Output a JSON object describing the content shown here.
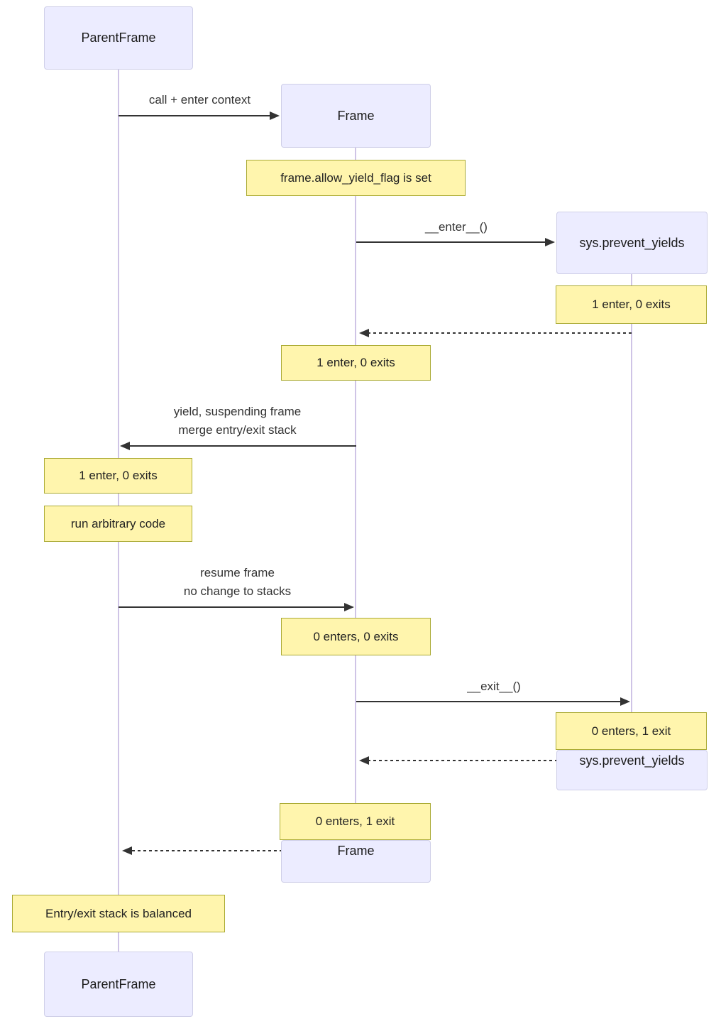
{
  "diagram": {
    "type": "sequence-diagram",
    "participants": {
      "parentframe": {
        "label": "ParentFrame"
      },
      "frame": {
        "label": "Frame"
      },
      "sys_prevent_yields": {
        "label": "sys.prevent_yields"
      }
    },
    "messages": {
      "call": {
        "from": "ParentFrame",
        "to": "Frame",
        "style": "solid",
        "label": "call + enter context"
      },
      "enter": {
        "from": "Frame",
        "to": "sys.prevent_yields",
        "style": "solid",
        "label": "__enter__()"
      },
      "enter_return": {
        "from": "sys.prevent_yields",
        "to": "Frame",
        "style": "dashed",
        "label": ""
      },
      "yield": {
        "from": "Frame",
        "to": "ParentFrame",
        "style": "solid",
        "line1": "yield, suspending frame",
        "line2": "merge entry/exit stack"
      },
      "resume": {
        "from": "ParentFrame",
        "to": "Frame",
        "style": "solid",
        "line1": "resume frame",
        "line2": "no change to stacks"
      },
      "exit": {
        "from": "Frame",
        "to": "sys.prevent_yields",
        "style": "solid",
        "label": "__exit__()"
      },
      "exit_return": {
        "from": "sys.prevent_yields",
        "to": "Frame",
        "style": "dashed",
        "label": ""
      },
      "final_return": {
        "from": "Frame",
        "to": "ParentFrame",
        "style": "dashed",
        "label": ""
      }
    },
    "notes": {
      "allow_flag": {
        "over": "Frame",
        "text": "frame.allow_yield_flag is set"
      },
      "sys_enter": {
        "over": "sys.prevent_yields",
        "text": "1 enter, 0 exits"
      },
      "frame_enter": {
        "over": "Frame",
        "text": "1 enter, 0 exits"
      },
      "parent_enter": {
        "over": "ParentFrame",
        "text": "1 enter, 0 exits"
      },
      "run_code": {
        "over": "ParentFrame",
        "text": "run arbitrary code"
      },
      "frame_resume": {
        "over": "Frame",
        "text": "0 enters, 0 exits"
      },
      "sys_exit": {
        "over": "sys.prevent_yields",
        "text": "0 enters, 1 exit"
      },
      "frame_exit": {
        "over": "Frame",
        "text": "0 enters, 1 exit"
      },
      "balanced": {
        "over": "ParentFrame",
        "text": "Entry/exit stack is balanced"
      }
    },
    "colors": {
      "actor_fill": "#ECECFF",
      "actor_border": "#CFCFE8",
      "note_fill": "#FFF5AD",
      "note_border": "#AAAA33",
      "lifeline": "#CFC4E6",
      "arrow": "#333333",
      "message_text": "#333333",
      "actor_text": "#1A1A1A",
      "background": "#FFFFFF"
    }
  }
}
